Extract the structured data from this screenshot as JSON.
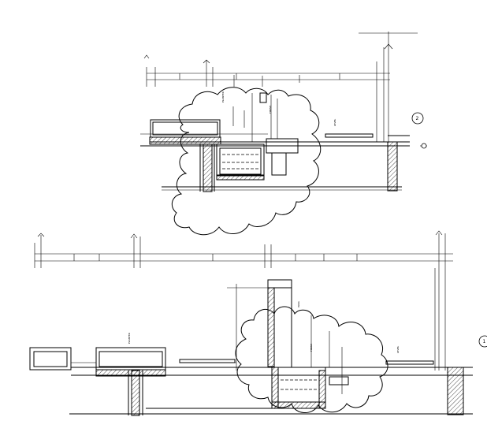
{
  "drawing": {
    "section_tags": [
      {
        "name": "section-tag-upper",
        "label": "2"
      },
      {
        "name": "section-tag-lower",
        "label": "1"
      }
    ]
  }
}
